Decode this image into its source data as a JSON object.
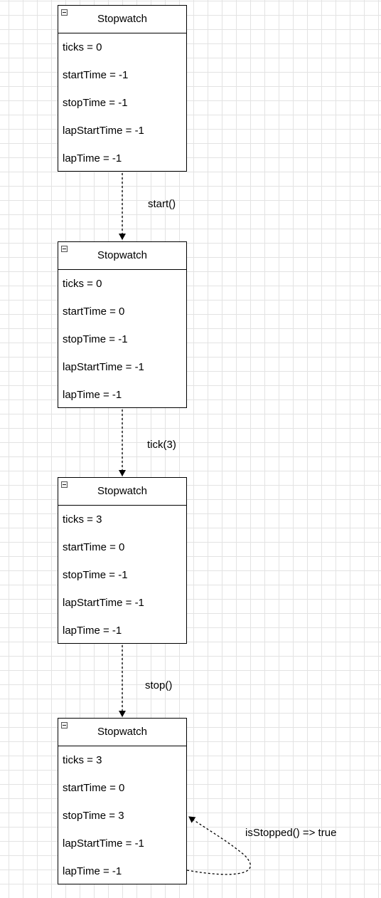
{
  "nodes": [
    {
      "title": "Stopwatch",
      "fields": [
        "ticks = 0",
        "startTime = -1",
        "stopTime = -1",
        "lapStartTime = -1",
        "lapTime = -1"
      ]
    },
    {
      "title": "Stopwatch",
      "fields": [
        "ticks = 0",
        "startTime = 0",
        "stopTime = -1",
        "lapStartTime = -1",
        "lapTime = -1"
      ]
    },
    {
      "title": "Stopwatch",
      "fields": [
        "ticks = 3",
        "startTime = 0",
        "stopTime = -1",
        "lapStartTime = -1",
        "lapTime = -1"
      ]
    },
    {
      "title": "Stopwatch",
      "fields": [
        "ticks = 3",
        "startTime = 0",
        "stopTime = 3",
        "lapStartTime = -1",
        "lapTime = -1"
      ]
    }
  ],
  "edges": [
    {
      "label": "start()"
    },
    {
      "label": "tick(3)"
    },
    {
      "label": "stop()"
    },
    {
      "label": "isStopped() => true"
    }
  ],
  "colors": {
    "line": "#000000",
    "grid": "#e3e3e3",
    "background": "#ffffff"
  },
  "icons": {
    "node_header": "collapse-minus-icon"
  }
}
